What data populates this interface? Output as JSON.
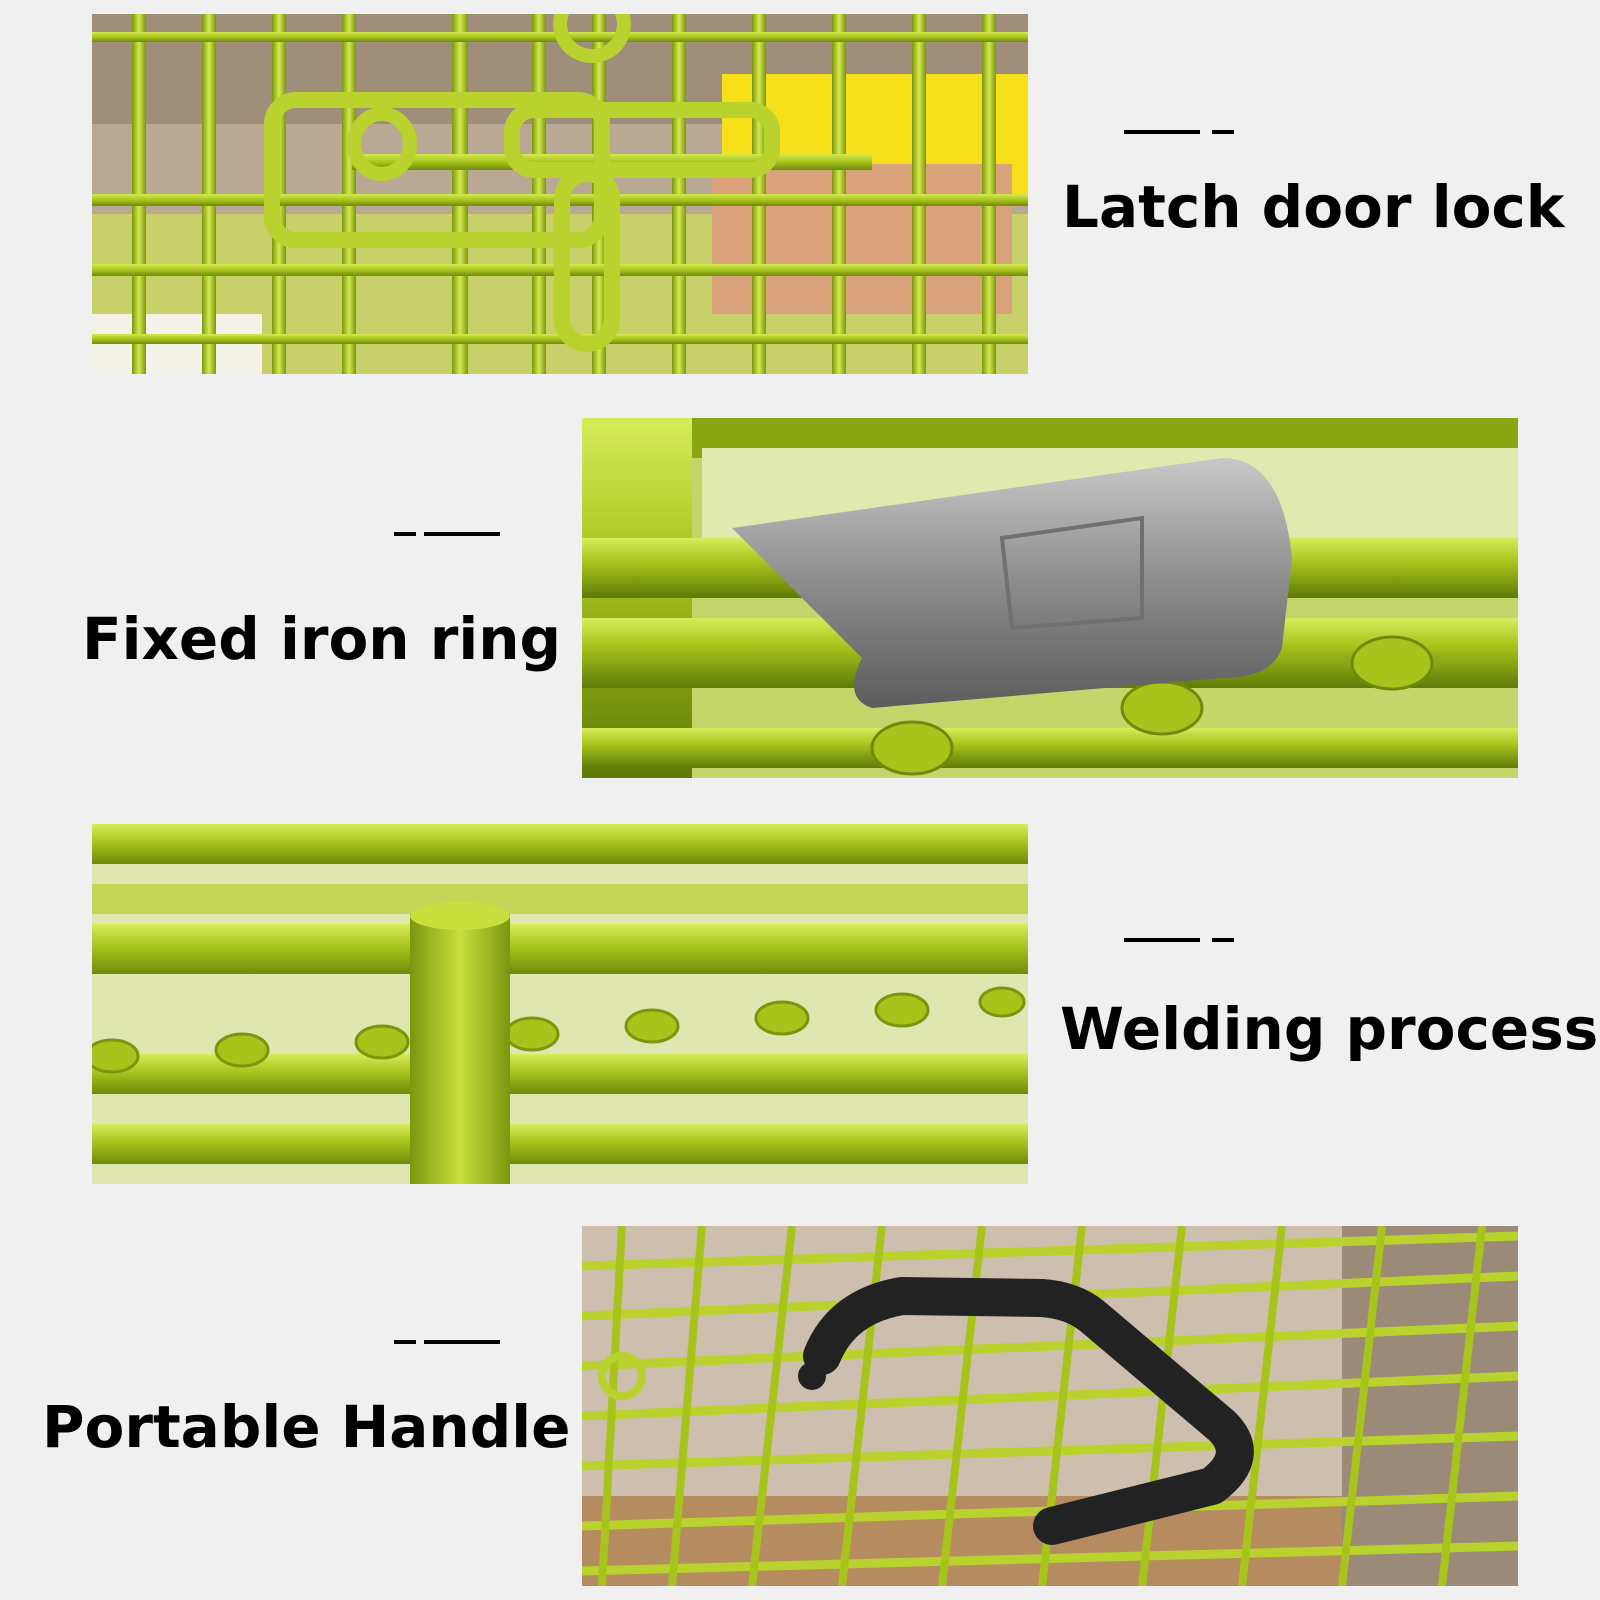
{
  "features": [
    {
      "label": "Latch door lock"
    },
    {
      "label": "Fixed iron ring"
    },
    {
      "label": "Welding process"
    },
    {
      "label": "Portable Handle"
    }
  ],
  "colors": {
    "background": "#f0f0f0",
    "cage_green": "#a8c41c",
    "cage_highlight": "#d6ec5a",
    "cage_shadow": "#6f8a0a",
    "cushion_yellow": "#f7e01a",
    "cushion_brown": "#d9a27a",
    "ring_metal": "#9a9a9a",
    "handle_black": "#222222",
    "text": "#000000"
  },
  "icons": [
    "latch-photo",
    "iron-ring-photo",
    "welding-photo",
    "handle-photo"
  ]
}
